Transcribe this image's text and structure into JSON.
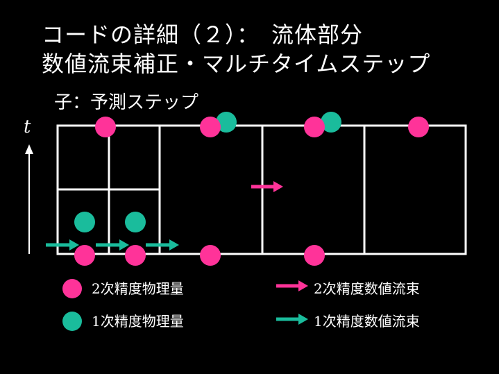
{
  "title_line1": "コードの詳細（２）：　流体部分",
  "title_line2": "数値流束補正・マルチタイムステップ",
  "subtitle": "子：予測ステップ",
  "axis_label": "t",
  "legend": [
    {
      "text": "2次精度物理量",
      "num": "2",
      "rest": "次精度物理量",
      "marker": "circle",
      "color": "#ff3399"
    },
    {
      "text": "1次精度物理量",
      "num": "1",
      "rest": "次精度物理量",
      "marker": "circle",
      "color": "#1abc9c"
    },
    {
      "text": "2次精度数値流束",
      "num": "2",
      "rest": "次精度数値流束",
      "marker": "arrow",
      "color": "#ff3399"
    },
    {
      "text": "1次精度数値流束",
      "num": "1",
      "rest": "次精度数値流束",
      "marker": "arrow",
      "color": "#1abc9c"
    }
  ],
  "colors": {
    "pink": "#ff3399",
    "green": "#1abc9c",
    "grid": "#ffffff",
    "background": "#000000"
  }
}
